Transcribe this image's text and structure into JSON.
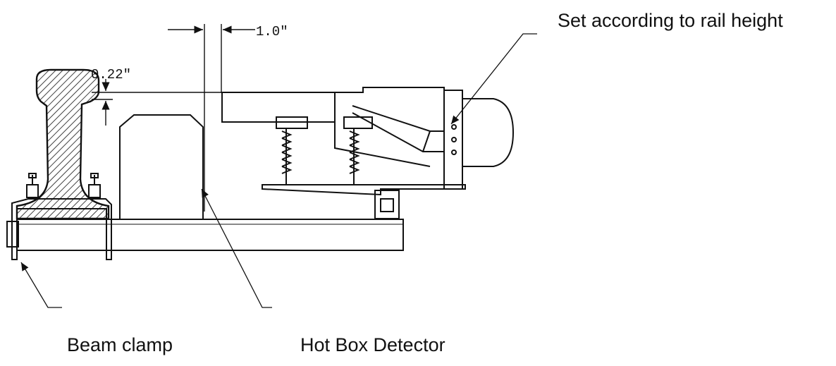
{
  "labels": {
    "rail_height_note": "Set according to rail height",
    "beam_clamp": "Beam clamp",
    "hot_box_detector": "Hot Box Detector"
  },
  "dimensions": {
    "gap": "1.0\"",
    "height": "0.22\""
  },
  "colors": {
    "line": "#111111",
    "background": "#ffffff"
  }
}
